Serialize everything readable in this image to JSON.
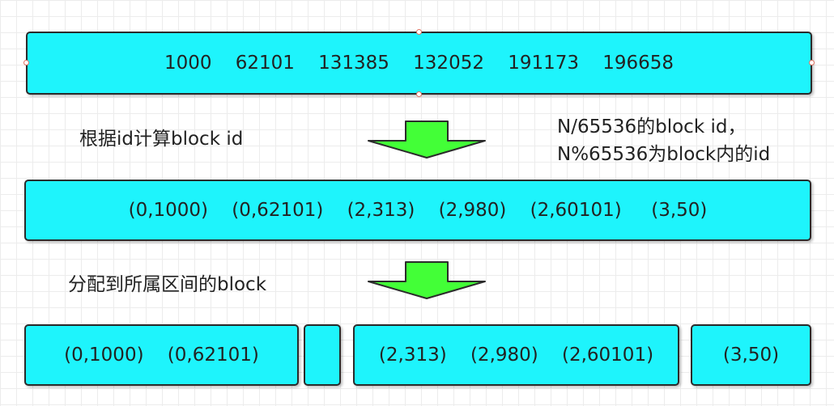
{
  "colors": {
    "box_fill": "#1ef4fc",
    "box_border": "#2b2b2b",
    "arrow_fill": "#43ff37",
    "text": "#222222"
  },
  "row1": {
    "ids": "1000    62101    131385    132052    191173    196658"
  },
  "step1": {
    "label": "根据id计算block id",
    "note_line1": "N/65536的block id，",
    "note_line2": "N%65536为block内的id"
  },
  "row2": {
    "pairs": "(0,1000)    (0,62101)    (2,313)    (2,980)    (2,60101)     (3,50)"
  },
  "step2": {
    "label": "分配到所属区间的block"
  },
  "row3": {
    "block0": "(0,1000)    (0,62101)",
    "block1": "",
    "block2": "(2,313)    (2,980)    (2,60101)",
    "block3": "(3,50)"
  }
}
